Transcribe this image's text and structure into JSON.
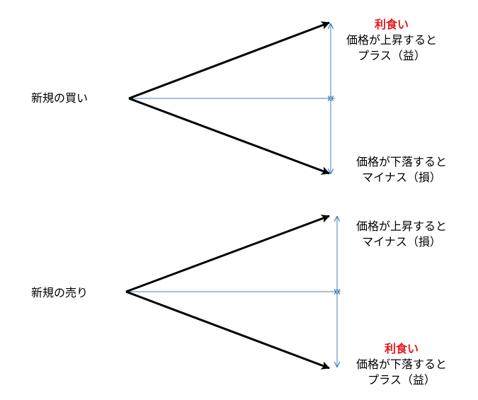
{
  "colors": {
    "arrow": "#000000",
    "measure_line": "#4a7ebb",
    "highlight": "#e8171d",
    "text": "#000000"
  },
  "buy": {
    "label": "新規の買い",
    "up": {
      "highlight": "利食い",
      "line1": "価格が上昇すると",
      "line2": "プラス（益）"
    },
    "down": {
      "line1": "価格が下落すると",
      "line2": "マイナス（損）"
    }
  },
  "sell": {
    "label": "新規の売り",
    "up": {
      "line1": "価格が上昇すると",
      "line2": "マイナス（損）"
    },
    "down": {
      "highlight": "利食い",
      "line1": "価格が下落すると",
      "line2": "プラス（益）"
    }
  }
}
